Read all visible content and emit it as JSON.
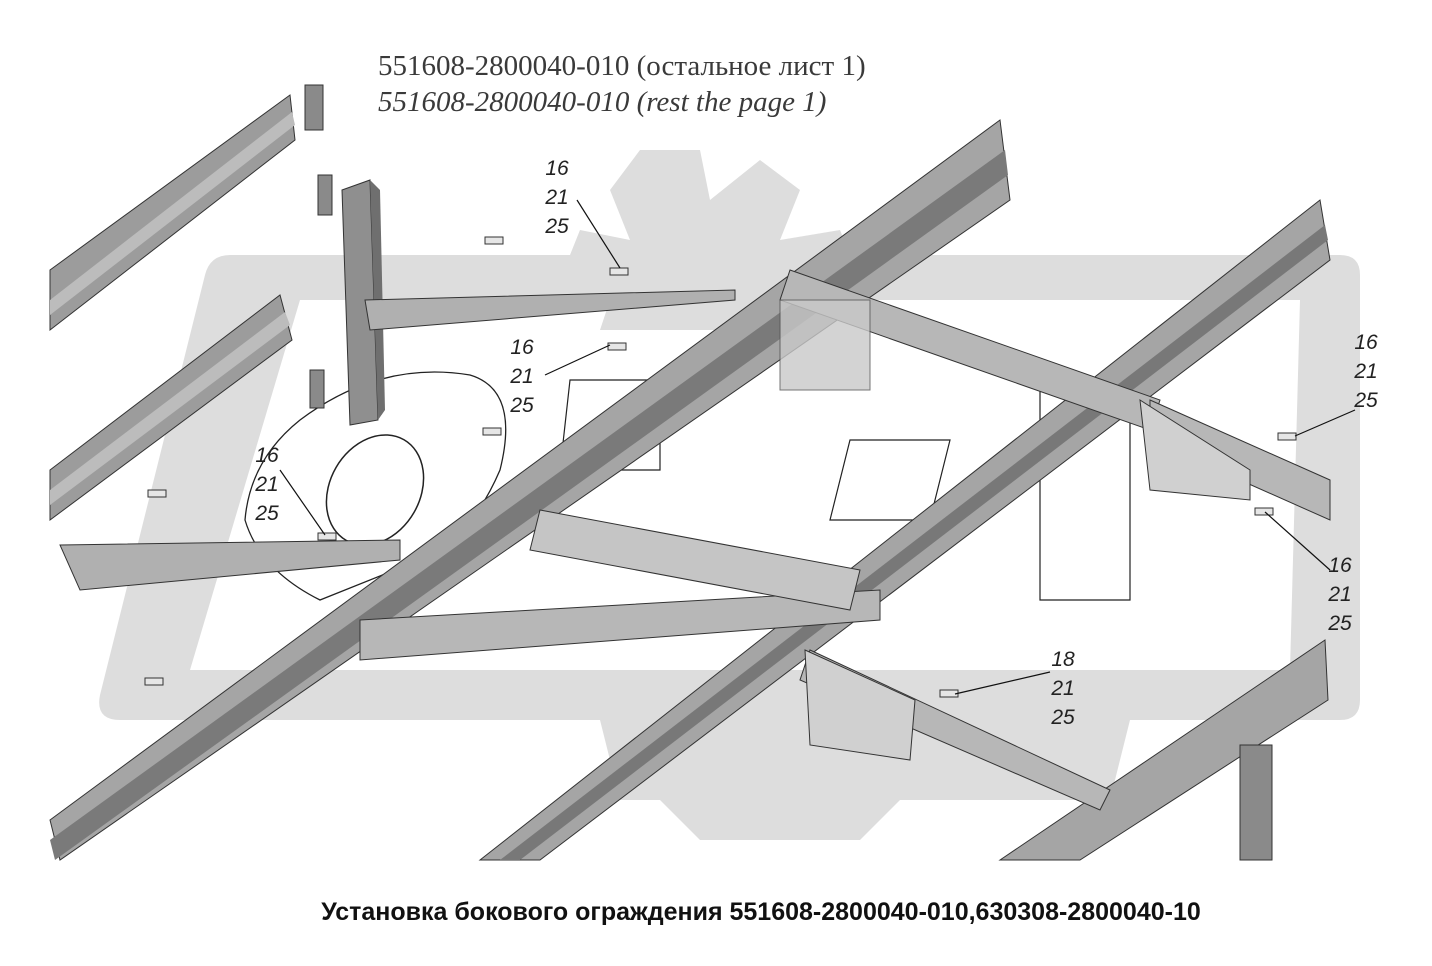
{
  "header": {
    "line_ru": "551608-2800040-010 (остальное лист 1)",
    "line_en": "551608-2800040-010 (rest the page 1)"
  },
  "callouts": [
    {
      "id": "c1",
      "lines": [
        "16",
        "21",
        "25"
      ]
    },
    {
      "id": "c2",
      "lines": [
        "16",
        "21",
        "25"
      ]
    },
    {
      "id": "c3",
      "lines": [
        "16",
        "21",
        "25"
      ]
    },
    {
      "id": "c4",
      "lines": [
        "16",
        "21",
        "25"
      ]
    },
    {
      "id": "c5",
      "lines": [
        "16",
        "21",
        "25"
      ]
    },
    {
      "id": "c6",
      "lines": [
        "18",
        "21",
        "25"
      ]
    }
  ],
  "caption": "Установка бокового ограждения 551608-2800040-010,630308-2800040-10",
  "colors": {
    "frame": "#9a9a9a",
    "frame_dark": "#6f6f6f",
    "watermark": "#d9d9d9",
    "line": "#1a1a1a"
  }
}
